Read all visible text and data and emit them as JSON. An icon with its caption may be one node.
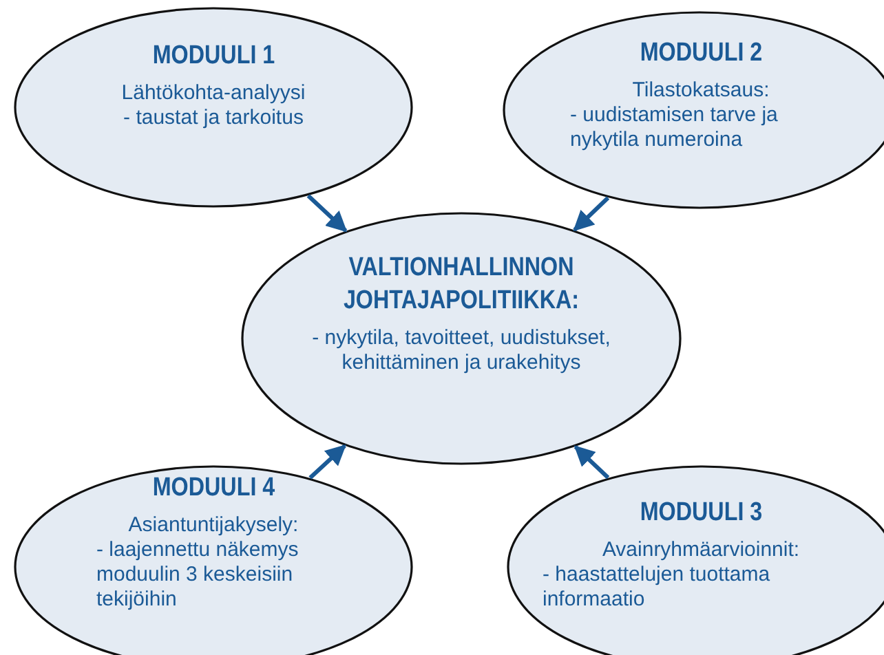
{
  "diagram": {
    "nodes": [
      {
        "text": [
          "MODUULI 1",
          "Lähtökohta-analyysi",
          "- taustat ja tarkoitus"
        ]
      },
      {
        "text": [
          "MODUULI 2",
          "Tilastokatsaus:",
          "- uudistamisen tarve ja nykytila numeroina"
        ]
      },
      {
        "text": [
          "VALTIONHALLINNON JOHTAJAPOLITIIKKA:",
          "- nykytila, tavoitteet, uudistukset, kehittäminen ja urakehitys"
        ]
      },
      {
        "text": [
          "MODUULI 4",
          "Asiantuntijakysely:",
          "- laajennettu näkemys moduulin 3 keskeisiin tekijöihin"
        ]
      },
      {
        "text": [
          "MODUULI 3",
          "Avainryhmäarvioinnit:",
          "- haastattelujen tuottama informaatio"
        ]
      }
    ],
    "edges": [
      {
        "from": 0,
        "to": 2,
        "arrow": "to"
      },
      {
        "from": 1,
        "to": 2,
        "arrow": "to"
      },
      {
        "from": 3,
        "to": 2,
        "arrow": "to"
      },
      {
        "from": 4,
        "to": 2,
        "arrow": "to"
      }
    ]
  }
}
